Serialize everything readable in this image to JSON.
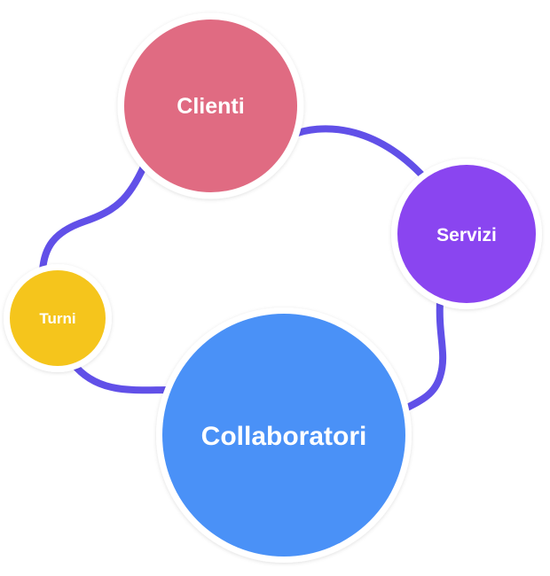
{
  "diagram": {
    "connector_color": "#6150E8",
    "nodes": [
      {
        "id": "clienti",
        "label": "Clienti",
        "color": "#E06B82"
      },
      {
        "id": "servizi",
        "label": "Servizi",
        "color": "#8A45F0"
      },
      {
        "id": "collaboratori",
        "label": "Collaboratori",
        "color": "#4A91F7"
      },
      {
        "id": "turni",
        "label": "Turni",
        "color": "#F5C51C"
      }
    ],
    "edges": [
      {
        "from": "clienti",
        "to": "servizi"
      },
      {
        "from": "servizi",
        "to": "collaboratori"
      },
      {
        "from": "collaboratori",
        "to": "turni"
      },
      {
        "from": "turni",
        "to": "clienti"
      }
    ]
  }
}
